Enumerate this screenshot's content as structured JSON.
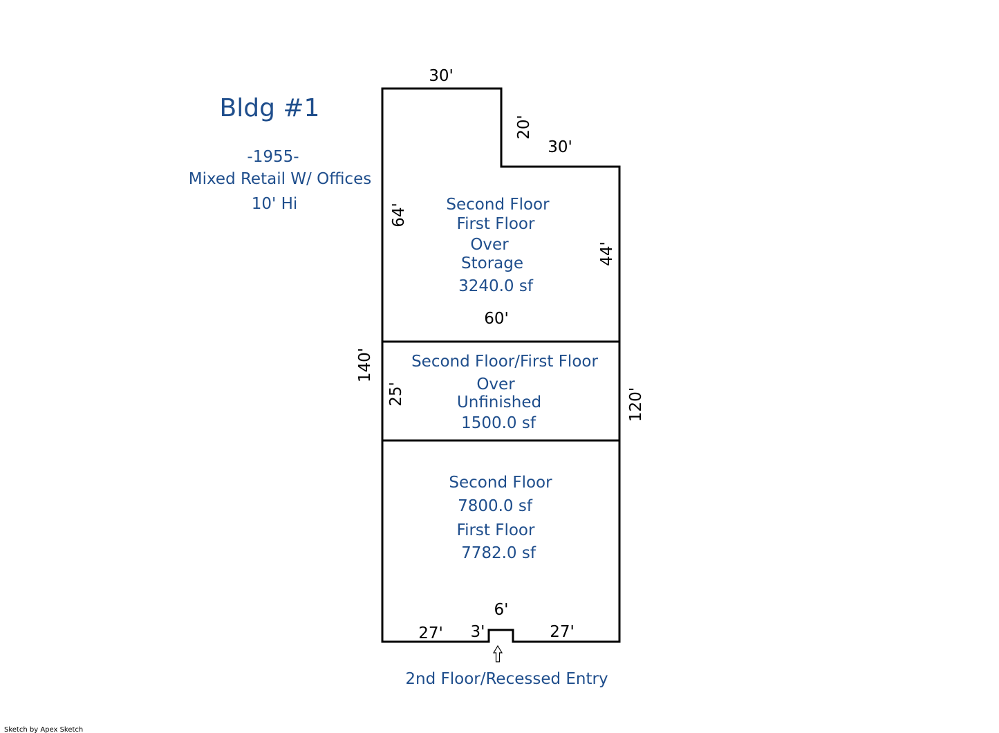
{
  "building": {
    "title": "Bldg #1",
    "year": "-1955-",
    "use": "Mixed Retail W/ Offices",
    "height": "10' Hi"
  },
  "areas": {
    "storage": {
      "line1": "Second Floor",
      "line2": "First Floor",
      "line3": "Over",
      "line4": "Storage",
      "sf": "3240.0 sf"
    },
    "unfinished": {
      "line1": "Second Floor/First Floor",
      "line2": "Over",
      "line3": "Unfinished",
      "sf": "1500.0 sf"
    },
    "main": {
      "line1": "Second Floor",
      "sf1": "7800.0 sf",
      "line2": "First Floor",
      "sf2": "7782.0 sf"
    }
  },
  "dimensions": {
    "top": "30'",
    "notch_vertical": "20'",
    "notch_horizontal": "30'",
    "storage_left": "64'",
    "storage_right": "44'",
    "storage_bottom": "60'",
    "total_left": "140'",
    "unfinished_left": "25'",
    "total_right": "120'",
    "entry_width": "6'",
    "entry_depth": "3'",
    "bottom_left": "27'",
    "bottom_right": "27'"
  },
  "entry_label": "2nd Floor/Recessed Entry",
  "credit": "Sketch by Apex Sketch",
  "colors": {
    "label_blue": "#1f4e8c",
    "wall": "#000000"
  }
}
